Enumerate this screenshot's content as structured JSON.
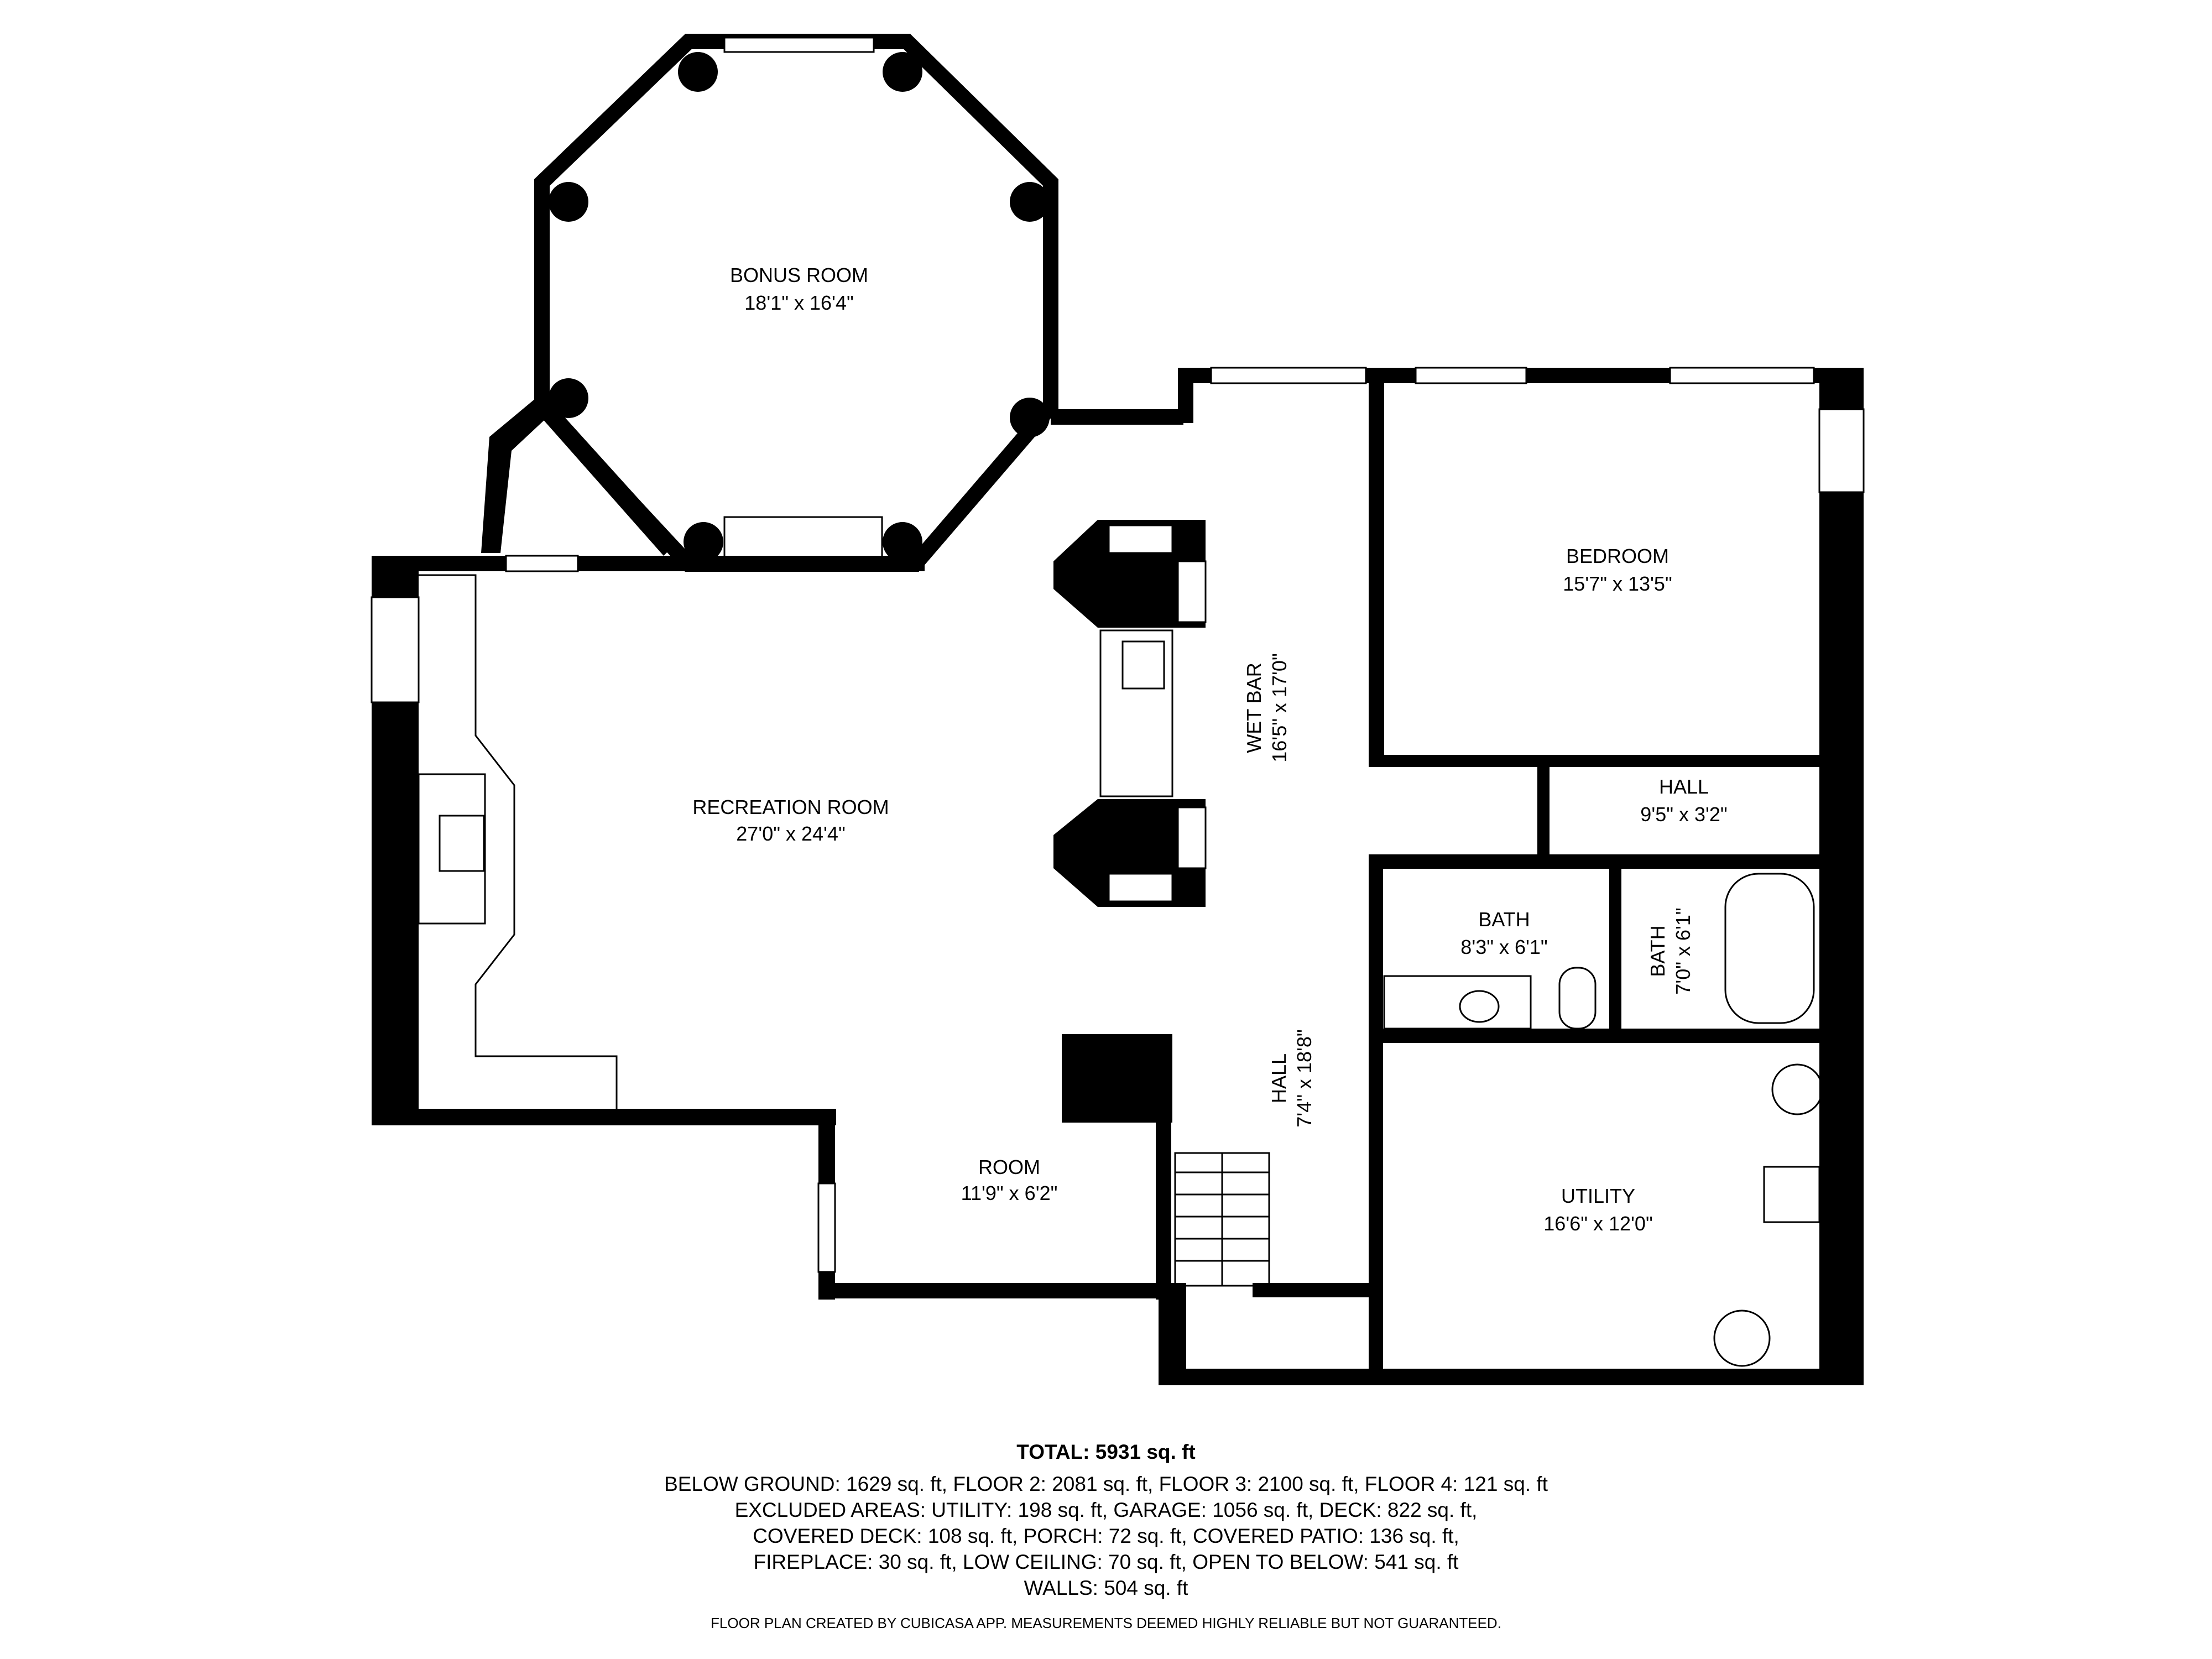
{
  "rooms": {
    "bonus": {
      "name": "BONUS ROOM",
      "dims": "18'1\" x 16'4\""
    },
    "bedroom": {
      "name": "BEDROOM",
      "dims": "15'7\" x 13'5\""
    },
    "wetbar": {
      "name": "WET BAR",
      "dims": "16'5\" x 17'0\""
    },
    "recreation": {
      "name": "RECREATION ROOM",
      "dims": "27'0\" x 24'4\""
    },
    "hall_small": {
      "name": "HALL",
      "dims": "9'5\" x 3'2\""
    },
    "bath1": {
      "name": "BATH",
      "dims": "8'3\" x 6'1\""
    },
    "bath2": {
      "name": "BATH",
      "dims": "7'0\" x 6'1\""
    },
    "hall_long": {
      "name": "HALL",
      "dims": "7'4\" x 18'8\""
    },
    "room": {
      "name": "ROOM",
      "dims": "11'9\" x 6'2\""
    },
    "utility": {
      "name": "UTILITY",
      "dims": "16'6\" x 12'0\""
    }
  },
  "summary": {
    "total": "TOTAL: 5931 sq. ft",
    "lines": [
      "BELOW GROUND: 1629 sq. ft, FLOOR 2: 2081 sq. ft, FLOOR 3: 2100 sq. ft, FLOOR 4: 121 sq. ft",
      "EXCLUDED AREAS: UTILITY: 198 sq. ft, GARAGE: 1056 sq. ft, DECK: 822 sq. ft,",
      "COVERED DECK: 108 sq. ft, PORCH: 72 sq. ft, COVERED PATIO: 136 sq. ft,",
      "FIREPLACE: 30 sq. ft, LOW CEILING: 70 sq. ft, OPEN TO BELOW: 541 sq. ft",
      "WALLS: 504 sq. ft"
    ],
    "credit": "FLOOR PLAN CREATED BY CUBICASA APP. MEASUREMENTS DEEMED HIGHLY RELIABLE BUT NOT GUARANTEED."
  }
}
